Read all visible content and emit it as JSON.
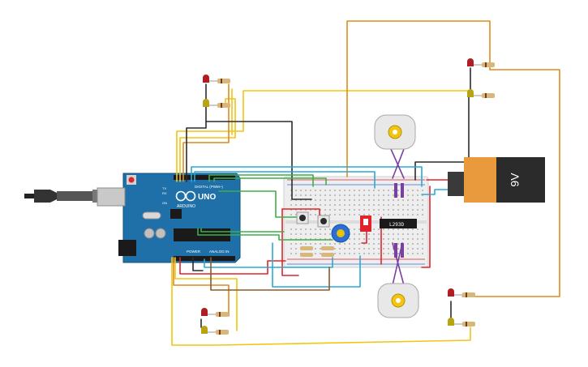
{
  "board": {
    "brand": "ARDUINO",
    "model": "UNO",
    "digital_label": "DIGITAL (PWM~)",
    "power_label": "POWER",
    "analog_label": "ANALOG IN",
    "tx_label": "TX",
    "rx_label": "RX",
    "on_label": "ON"
  },
  "battery": {
    "voltage": "9V"
  },
  "driver_ic": {
    "label": "L293D"
  },
  "colors": {
    "wire_black": "#2b2b2b",
    "wire_orange": "#e08a1e",
    "wire_yellow": "#f2c511",
    "wire_red": "#e0242b",
    "wire_green": "#3fae49",
    "wire_cyan": "#29a9d9",
    "wire_brown": "#8a5a2b",
    "wire_purple": "#7b3fa0",
    "board_blue": "#1f6fa8",
    "battery_orange": "#e89a3c"
  }
}
